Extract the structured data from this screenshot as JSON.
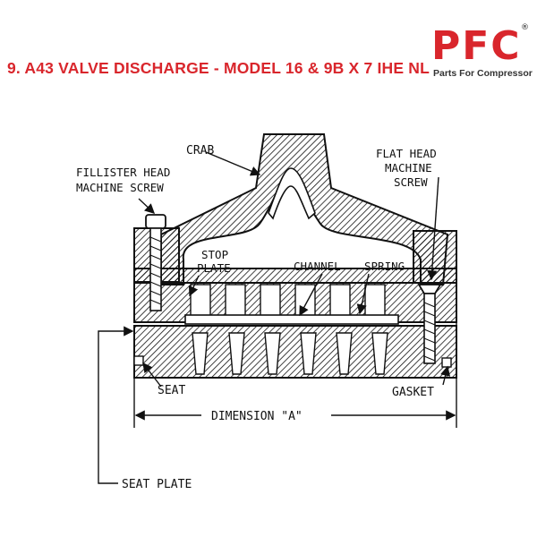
{
  "title": "9. A43 VALVE DISCHARGE - MODEL 16 & 9B X 7 IHE NL",
  "logo": {
    "mark": "PFC",
    "registered": "®",
    "tagline": "Parts For Compressor"
  },
  "colors": {
    "title": "#d9262c",
    "logo": "#d9262c",
    "ink": "#111111"
  },
  "labels": {
    "crab": "CRAB",
    "fillister_line1": "FILLISTER HEAD",
    "fillister_line2": "MACHINE SCREW",
    "flat_line1": "FLAT HEAD",
    "flat_line2": "MACHINE",
    "flat_line3": "SCREW",
    "stop_line1": "STOP",
    "stop_line2": "PLATE",
    "channel": "CHANNEL",
    "spring": "SPRING",
    "seat": "SEAT",
    "gasket": "GASKET",
    "dimension": "DIMENSION \"A\"",
    "seat_plate": "SEAT PLATE"
  }
}
